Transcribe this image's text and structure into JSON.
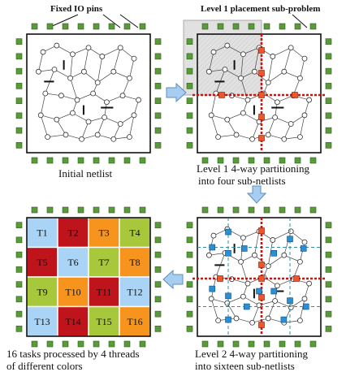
{
  "labels": {
    "fixed_io": "Fixed IO pins",
    "level1_sub": "Level 1 placement sub-problem"
  },
  "captions": {
    "initial": "Initial netlist",
    "level1_line1": "Level 1 4-way partitioning",
    "level1_line2": "into four sub-netlists",
    "tasks_line1": "16 tasks processed by 4 threads",
    "tasks_line2": "of different colors",
    "level2_line1": "Level 2 4-way partitioning",
    "level2_line2": "into sixteen sub-netlists"
  },
  "colors": {
    "pin": "#5a9a3a",
    "blue": "#aad4f5",
    "red": "#c0141c",
    "orange": "#f7941d",
    "green": "#a8c83c",
    "cut_red": "#cc1111",
    "cut_teal": "#2f8fa0",
    "hatch": "#d8d8d8"
  },
  "tasks": [
    {
      "label": "T1",
      "color": "blue"
    },
    {
      "label": "T2",
      "color": "red"
    },
    {
      "label": "T3",
      "color": "orange"
    },
    {
      "label": "T4",
      "color": "green"
    },
    {
      "label": "T5",
      "color": "red"
    },
    {
      "label": "T6",
      "color": "blue"
    },
    {
      "label": "T7",
      "color": "green"
    },
    {
      "label": "T8",
      "color": "orange"
    },
    {
      "label": "T9",
      "color": "green"
    },
    {
      "label": "T10",
      "color": "orange"
    },
    {
      "label": "T11",
      "color": "red"
    },
    {
      "label": "T12",
      "color": "blue"
    },
    {
      "label": "T13",
      "color": "blue"
    },
    {
      "label": "T14",
      "color": "red"
    },
    {
      "label": "T15",
      "color": "green"
    },
    {
      "label": "T16",
      "color": "orange"
    }
  ]
}
